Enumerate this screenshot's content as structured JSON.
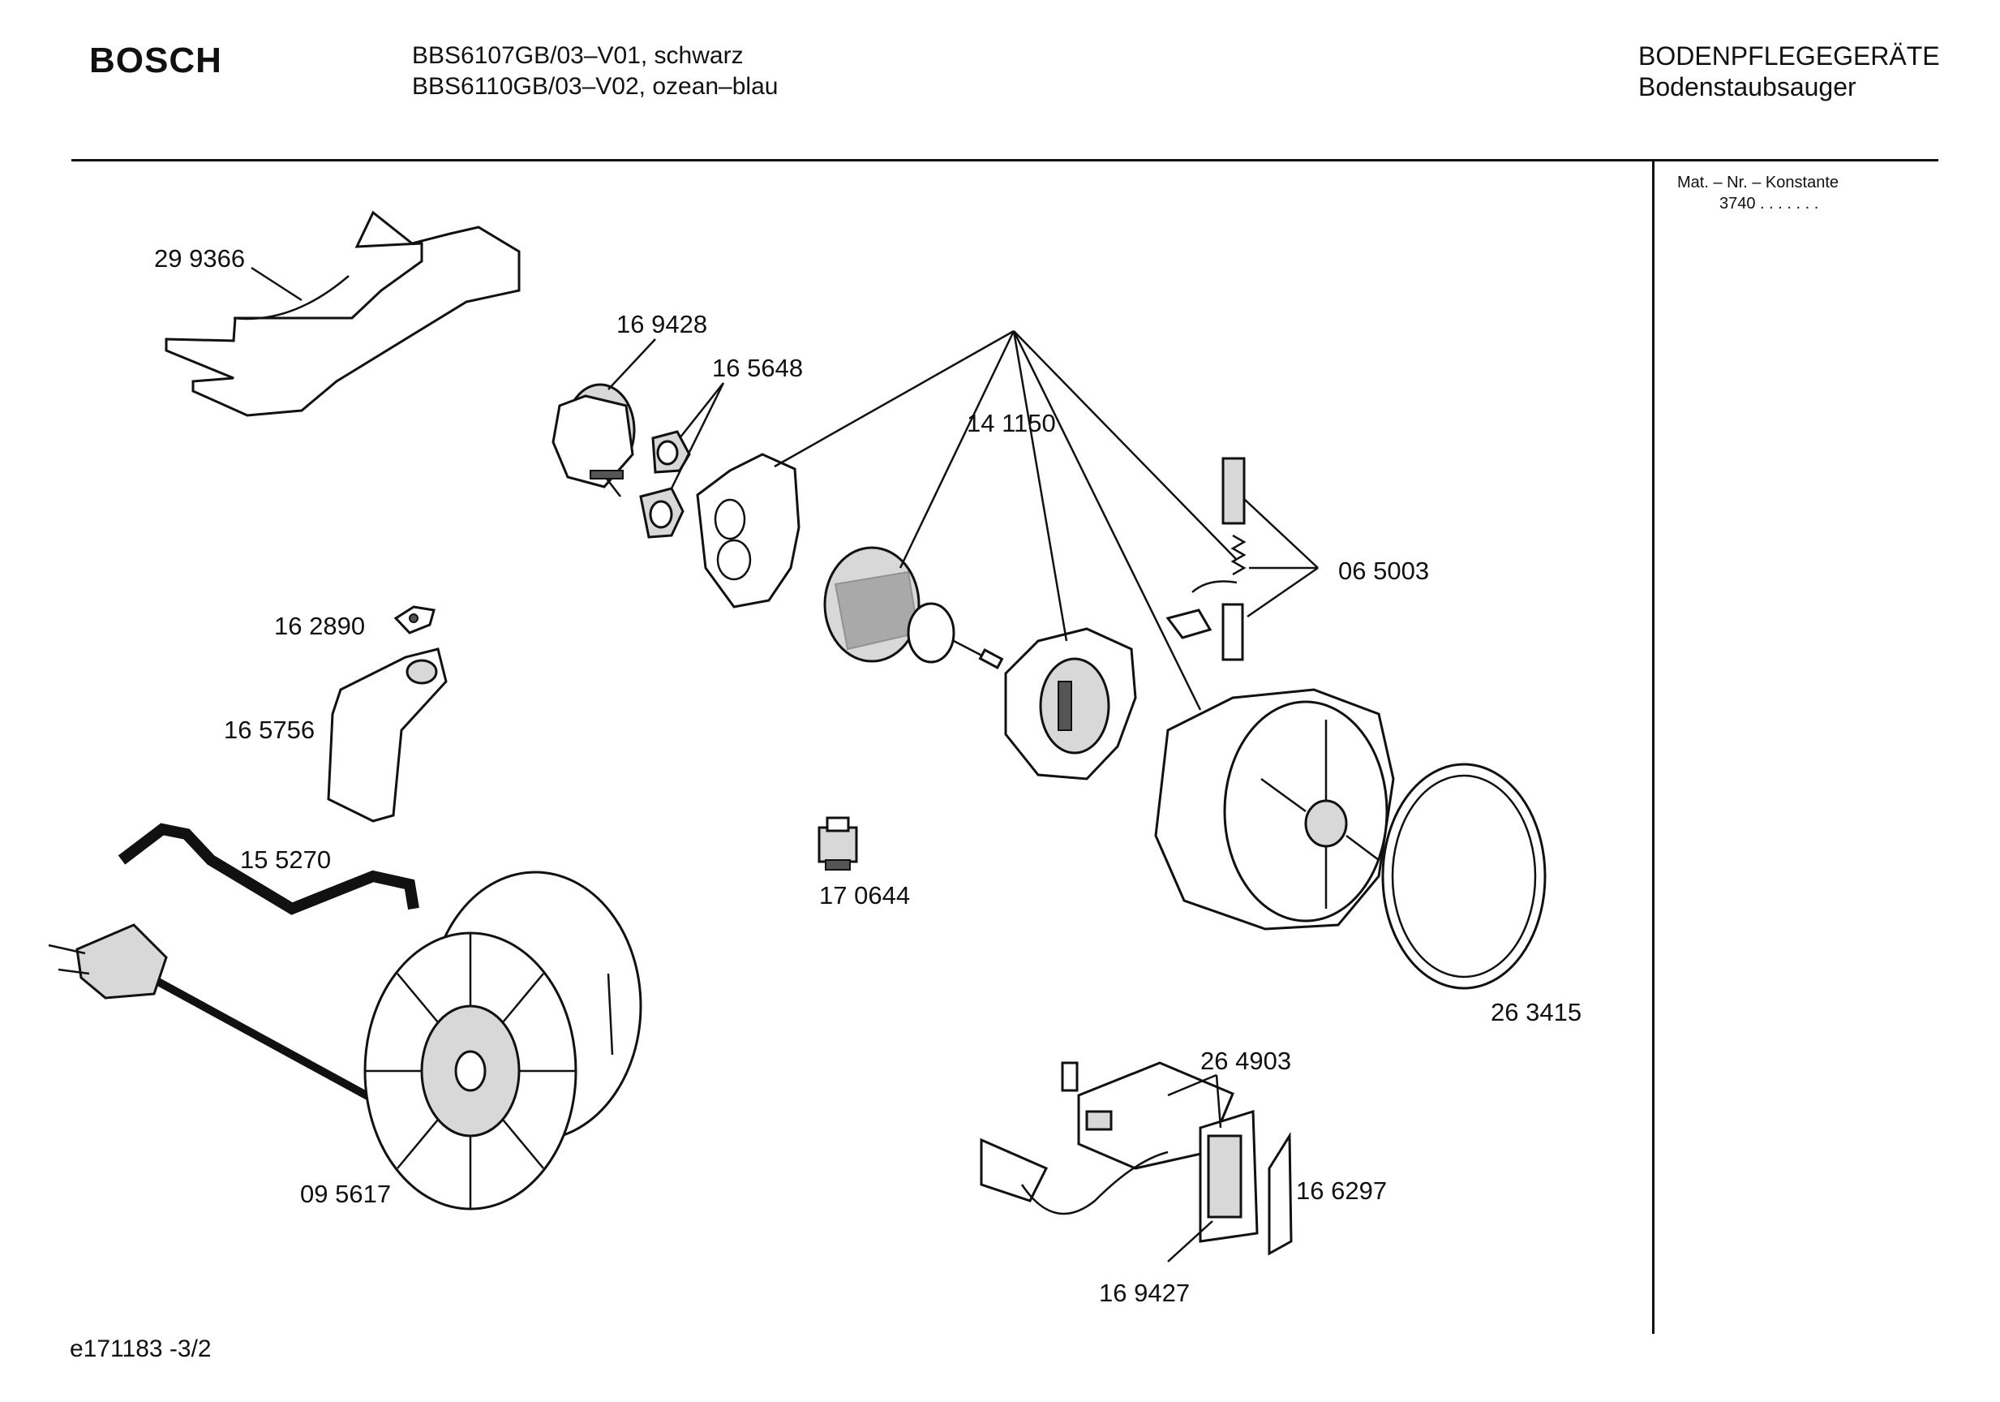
{
  "header": {
    "brand": "BOSCH",
    "models": [
      "BBS6107GB/03–V01, schwarz",
      "BBS6110GB/03–V02, ozean–blau"
    ],
    "category": "BODENPFLEGEGERÄTE",
    "subcategory": "Bodenstaubsauger"
  },
  "side_panel": {
    "label": "Mat. – Nr. – Konstante",
    "value": "3740 . . . . . . ."
  },
  "footer": {
    "drawing_id": "e171183 -3/2"
  },
  "parts": [
    {
      "id": "p299366",
      "number": "29 9366"
    },
    {
      "id": "p169428",
      "number": "16 9428"
    },
    {
      "id": "p165648",
      "number": "16 5648"
    },
    {
      "id": "p141150",
      "number": "14 1150"
    },
    {
      "id": "p065003",
      "number": "06 5003"
    },
    {
      "id": "p162890",
      "number": "16 2890"
    },
    {
      "id": "p165756",
      "number": "16 5756"
    },
    {
      "id": "p155270",
      "number": "15 5270"
    },
    {
      "id": "p170644",
      "number": "17 0644"
    },
    {
      "id": "p263415",
      "number": "26 3415"
    },
    {
      "id": "p264903",
      "number": "26 4903"
    },
    {
      "id": "p166297",
      "number": "16 6297"
    },
    {
      "id": "p095617",
      "number": "09 5617"
    },
    {
      "id": "p169427",
      "number": "16 9427"
    }
  ]
}
